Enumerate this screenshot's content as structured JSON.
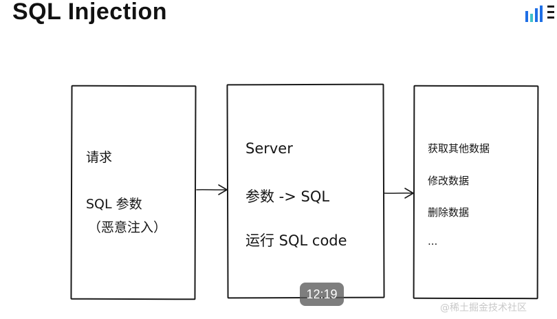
{
  "title": "SQL Injection",
  "boxes": {
    "request": {
      "line1": "请求",
      "line2": "SQL 参数",
      "line3": "（恶意注入）"
    },
    "server": {
      "line1": "Server",
      "line2": "参数 -> SQL",
      "line3": "运行 SQL code"
    },
    "outcomes": {
      "item1": "获取其他数据",
      "item2": "修改数据",
      "item3": "删除数据",
      "item4": "..."
    }
  },
  "video": {
    "timestamp": "12:19"
  },
  "watermark": "@稀土掘金技术社区",
  "colors": {
    "ink": "#1a1a1a",
    "logo_blue": "#1f6fe5",
    "logo_teal": "#3fc1c9",
    "timestamp_bg": "#5a5a5a"
  },
  "icons": {
    "logo": "bar-chart-logo-icon"
  }
}
